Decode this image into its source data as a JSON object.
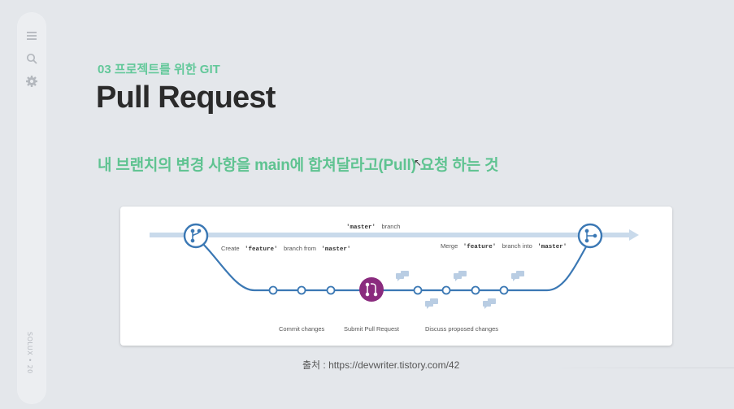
{
  "sidebar": {
    "icons": [
      "menu-icon",
      "search-icon",
      "gear-icon"
    ],
    "vertical_label": "SOLUX • 20"
  },
  "slide": {
    "eyebrow": "03 프로젝트를 위한 GIT",
    "title": "Pull Request",
    "subtitle": "내 브랜치의 변경 사항을 main에 합쳐달라고(Pull) 요청 하는 것",
    "source": "출처 : https://devwriter.tistory.com/42"
  },
  "diagram": {
    "master_label_name": "'master'",
    "master_label_suffix": "branch",
    "create_prefix": "Create",
    "create_feature": "'feature'",
    "create_middle": "branch from",
    "create_master": "'master'",
    "merge_prefix": "Merge",
    "merge_feature": "'feature'",
    "merge_middle": "branch into",
    "merge_master": "'master'",
    "commit_label": "Commit changes",
    "pr_label": "Submit Pull Request",
    "discuss_label": "Discuss proposed changes"
  },
  "colors": {
    "accent_green": "#5fc391",
    "master_line": "#c9daeb",
    "feature_line": "#3b78b4",
    "pr_purple": "#8a2b7e"
  }
}
